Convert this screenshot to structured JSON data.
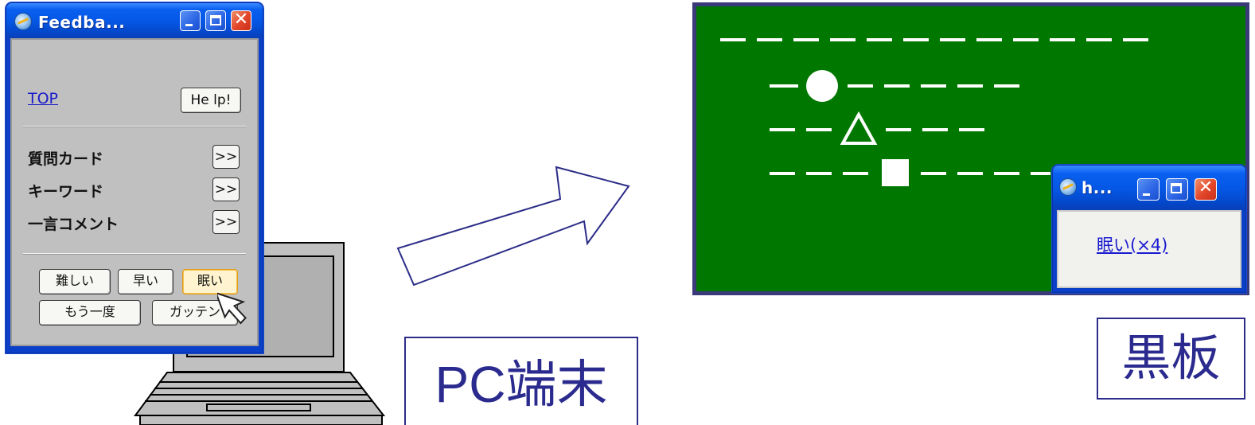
{
  "feedback_window": {
    "title": "Feedba...",
    "top_link": "TOP",
    "help_button": "He lp!",
    "rows": [
      {
        "label": "質問カード",
        "button": ">>"
      },
      {
        "label": "キーワード",
        "button": ">>"
      },
      {
        "label": "一言コメント",
        "button": ">>"
      }
    ],
    "reaction_buttons": [
      "難しい",
      "早い",
      "眠い",
      "もう一度",
      "ガッテン"
    ]
  },
  "blackboard": {
    "popup_title": "h...",
    "popup_link": "眠い(×4)",
    "background_color": "#007800",
    "symbols": [
      "●",
      "△",
      "■"
    ]
  },
  "labels": {
    "pc": "PC端末",
    "blackboard": "黒板"
  },
  "colors": {
    "xp_title_blue": "#0558e6",
    "window_gray": "#c0c0c0",
    "label_text": "#2b2b8f",
    "board_border": "#3a3a7a"
  }
}
